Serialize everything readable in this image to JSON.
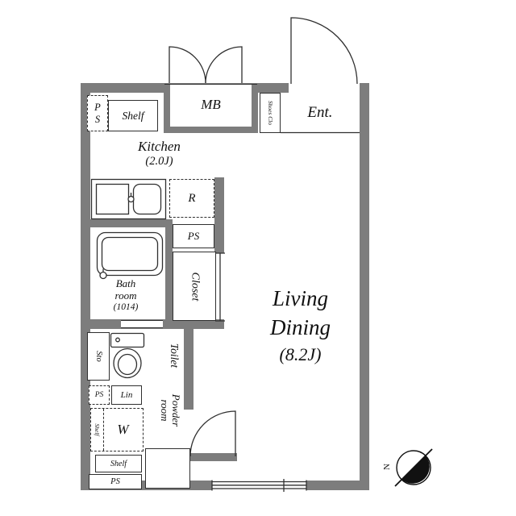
{
  "palette": {
    "wall": "#7d7d7d",
    "line": "#2f2f2f",
    "text": "#111111"
  },
  "top_row": {
    "ps_line1": "P",
    "ps_line2": "S",
    "shelf": "Shelf",
    "meter_box": "MB",
    "shoes_closet": "Shoes Clo",
    "entrance": "Ent."
  },
  "kitchen": {
    "name": "Kitchen",
    "size": "(2.0J)"
  },
  "storage": {
    "refrigerator": "R",
    "pipe_space": "PS",
    "closet": "Closet"
  },
  "bathroom": {
    "line1": "Bath",
    "line2": "room",
    "size": "(1014)"
  },
  "living": {
    "line1": "Living",
    "line2": "Dining",
    "size": "(8.2J)"
  },
  "powder_room": {
    "toilet": "Toilet",
    "powder": "Powder",
    "room": "room"
  },
  "utility": {
    "storage": "Sto",
    "pipe_space": "PS",
    "linen": "Lin",
    "washer": "W",
    "shelf_side": "Shelf",
    "shelf_bottom": "Shelf",
    "pipe_space_bottom": "PS"
  },
  "compass": {
    "north": "N"
  }
}
